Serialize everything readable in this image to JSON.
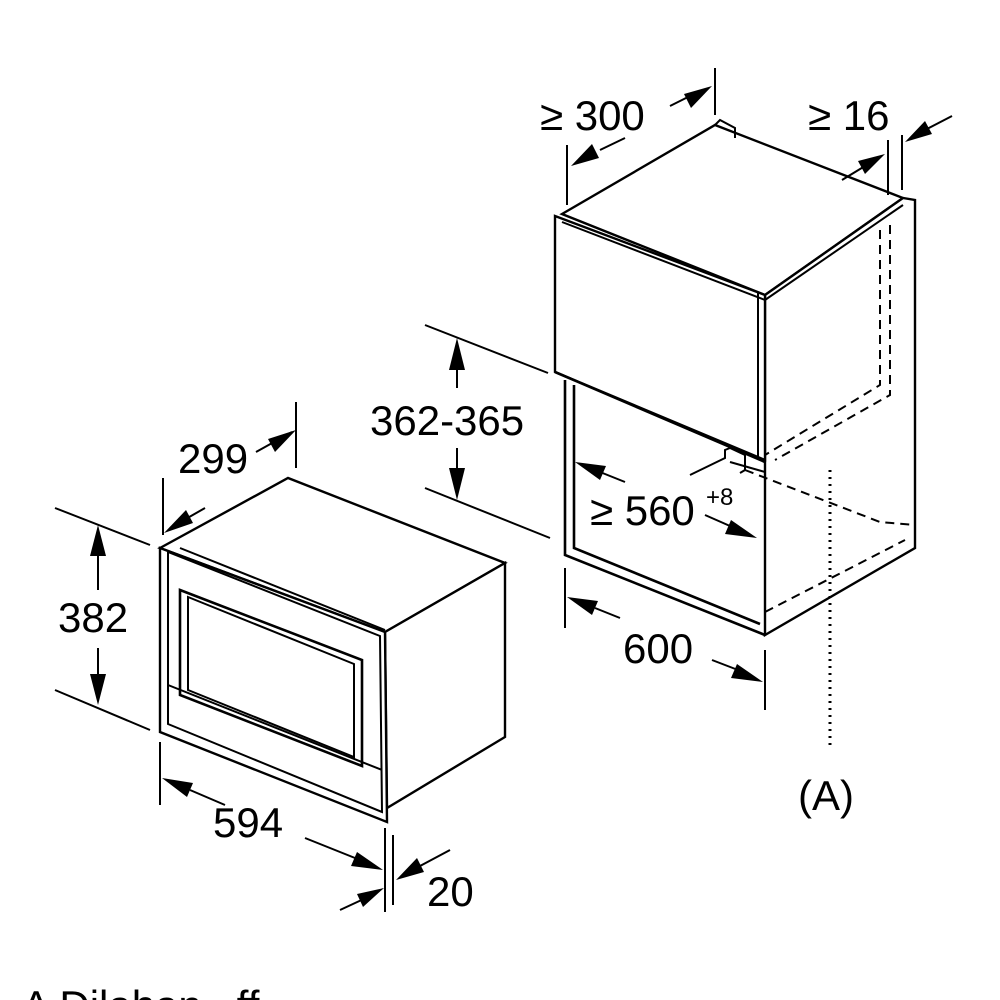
{
  "dimensions": {
    "appliance_depth": "299",
    "appliance_height": "382",
    "appliance_width": "594",
    "appliance_front_offset": "20",
    "niche_min_depth": "≥ 300",
    "niche_min_side_clearance": "≥ 16",
    "niche_height": "362-365",
    "niche_min_width": "≥ 560",
    "niche_min_width_tolerance": "+8",
    "cabinet_width": "600"
  },
  "callouts": {
    "marker_a": "(A)"
  },
  "footer": {
    "cut_off_text": "A  Dilahan  ..ff"
  },
  "icons": {
    "arrowheads": "dimension-arrowhead",
    "dotted_leader": "dotted-leader-line"
  },
  "colors": {
    "line": "#000000",
    "background": "#ffffff"
  }
}
